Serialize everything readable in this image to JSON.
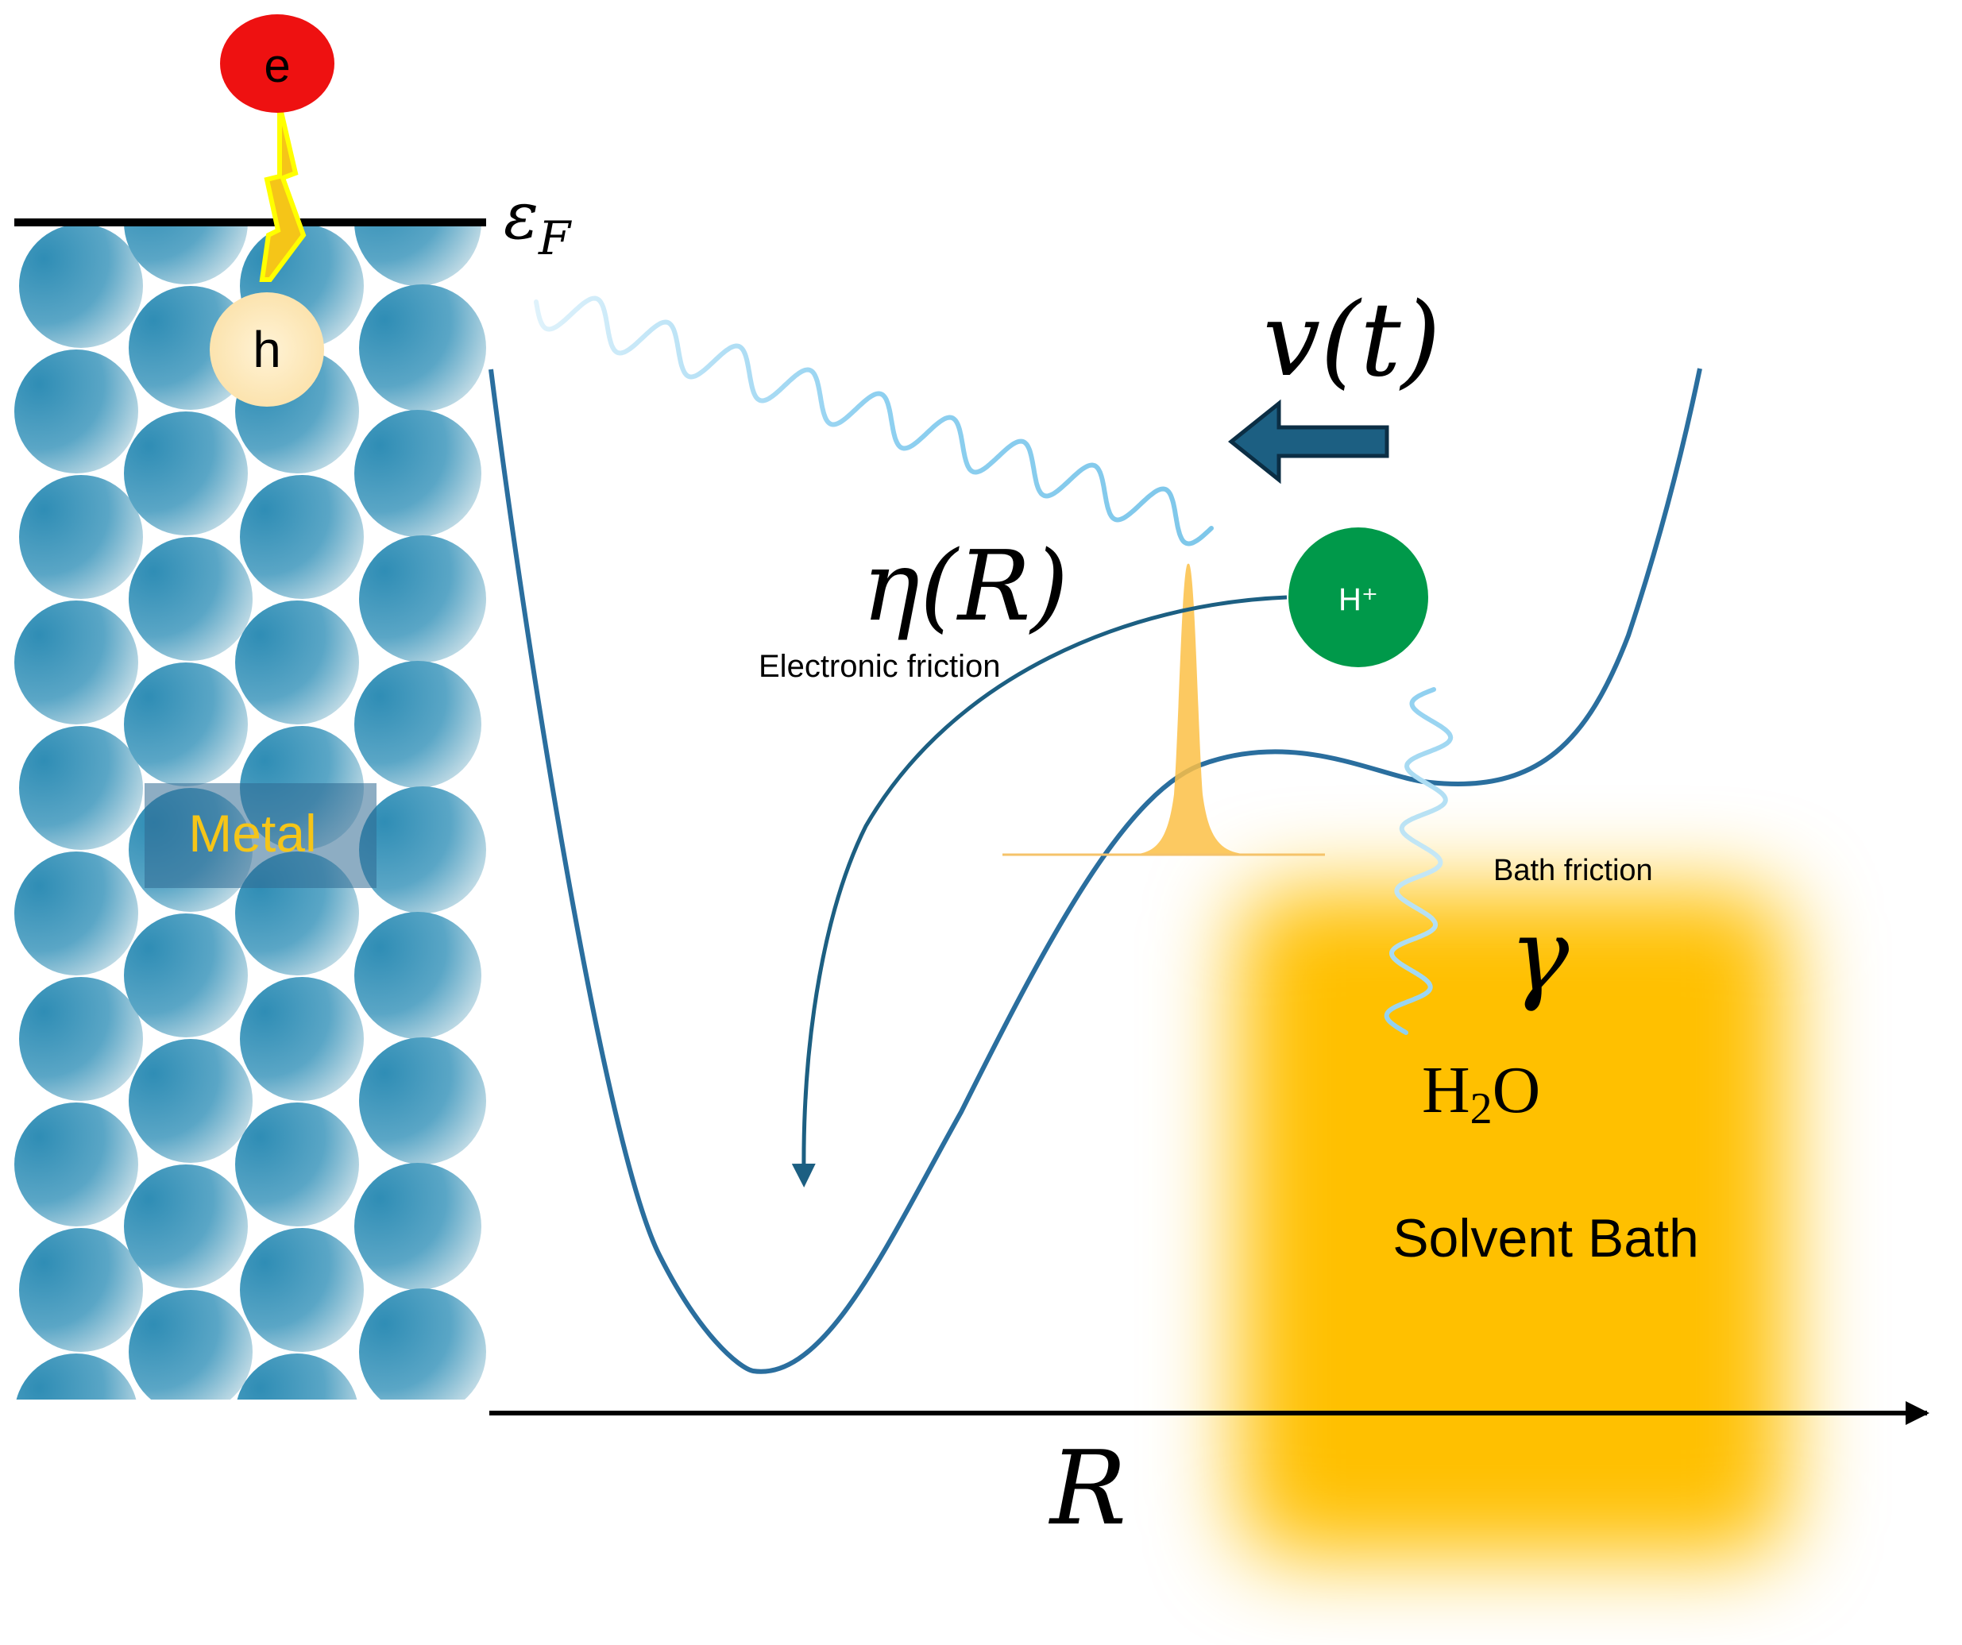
{
  "metal": {
    "label": "Metal",
    "label_color": "#f5c518",
    "sphere_color": "#2f8db5"
  },
  "fermi": {
    "symbol": "ε",
    "subscript": "F"
  },
  "electron": {
    "label": "e",
    "color": "#ee1111"
  },
  "hole": {
    "label": "h",
    "color": "#fbe3b0"
  },
  "proton": {
    "label": "H⁺",
    "color": "#00994a"
  },
  "velocity": {
    "label": "v(t)"
  },
  "electronic_friction": {
    "symbol": "η(R)",
    "caption": "Electronic friction"
  },
  "bath_friction": {
    "caption": "Bath friction",
    "symbol": "γ"
  },
  "water": {
    "main": "H",
    "sub": "2",
    "tail": "O"
  },
  "solvent_bath": {
    "label": "Solvent Bath",
    "color": "#ffc000"
  },
  "axis": {
    "label": "R"
  },
  "colors": {
    "curve": "#2a6e9e",
    "arrow": "#1c5f82",
    "peak": "#fbb829",
    "wave": "#8fd0f0"
  }
}
